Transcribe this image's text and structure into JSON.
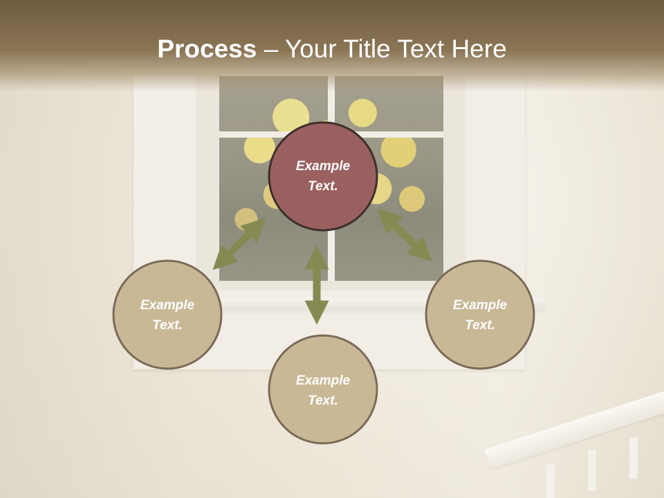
{
  "slide": {
    "title_bold": "Process",
    "title_rest": " – Your Title Text Here"
  },
  "diagram": {
    "nodes": [
      {
        "id": "center",
        "line1": "Example",
        "line2": "Text.",
        "fill": "#9a6060"
      },
      {
        "id": "left",
        "line1": "Example",
        "line2": "Text.",
        "fill": "#c9b896"
      },
      {
        "id": "bottom",
        "line1": "Example",
        "line2": "Text.",
        "fill": "#c9b896"
      },
      {
        "id": "right",
        "line1": "Example",
        "line2": "Text.",
        "fill": "#c9b896"
      }
    ],
    "colors": {
      "center_fill": "#9a6060",
      "outer_fill": "#c9b896",
      "node_border": "#3d2f2a",
      "outer_border": "#7a6b57",
      "arrow": "#848a52",
      "text": "#ffffff"
    }
  }
}
